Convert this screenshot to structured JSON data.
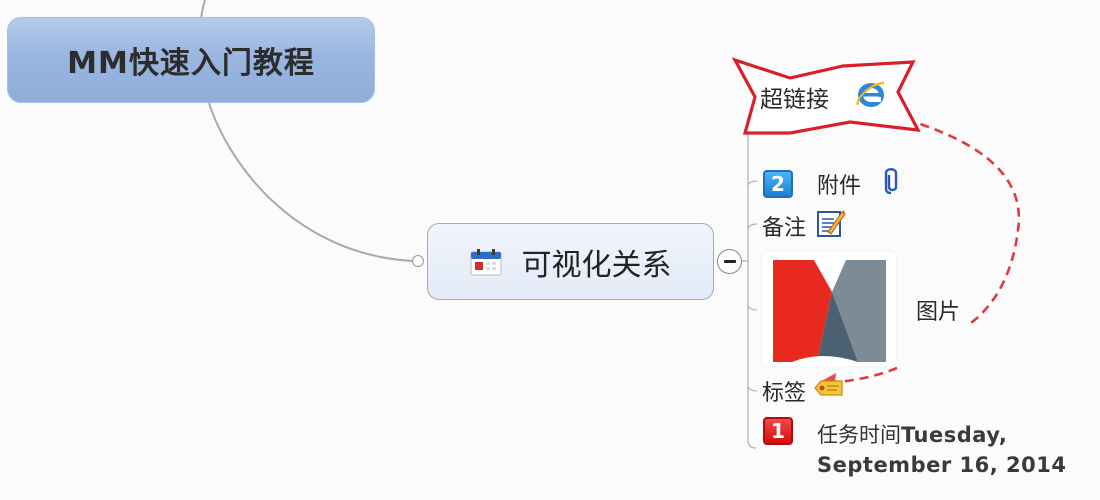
{
  "central_topic": {
    "label": "MM快速入门教程",
    "fill_color": "#9ab6e0"
  },
  "main_topic": {
    "label": "可视化关系",
    "icon": "calendar-icon",
    "collapse_symbol": "−"
  },
  "subtopics": [
    {
      "id": "hyperlink",
      "label": "超链接",
      "icon": "internet-explorer-icon",
      "boundary_shape": "star",
      "boundary_color": "#d9202a"
    },
    {
      "id": "attachment",
      "label": "附件",
      "priority_badge": "2",
      "icon": "paperclip-icon"
    },
    {
      "id": "notes",
      "label": "备注",
      "icon": "note-pencil-icon"
    },
    {
      "id": "picture",
      "label": "图片",
      "image": "mindmanager-logo"
    },
    {
      "id": "tags",
      "label": "标签",
      "icon": "tag-icon"
    },
    {
      "id": "task",
      "label": "任务时间",
      "priority_badge": "1",
      "date_line1": "Tuesday,",
      "date_line2": "September 16, 2014"
    }
  ],
  "relationship": {
    "from": "超链接",
    "to": "标签",
    "style": "dashed",
    "color": "#e03a3e"
  }
}
